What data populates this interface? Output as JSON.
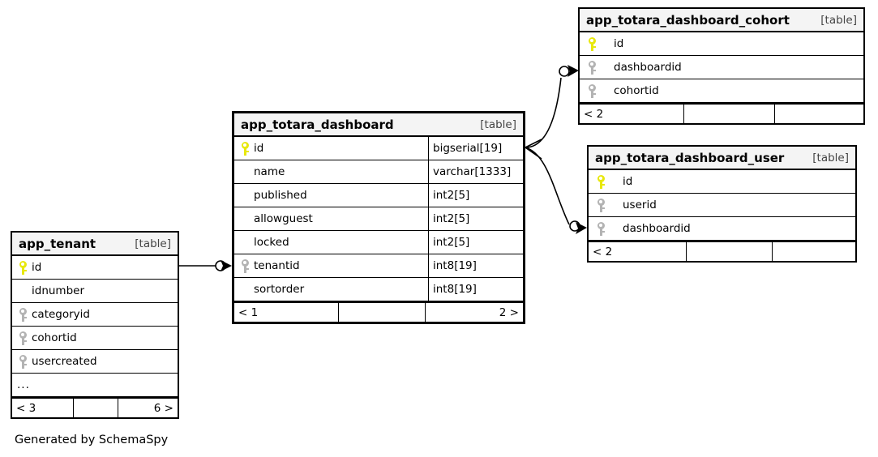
{
  "diagram": {
    "caption": "Generated by SchemaSpy",
    "kind_label": "[table]",
    "colors": {
      "primary_key": "#e8e80d",
      "foreign_key": "#b3b3b3",
      "header_bg": "#f4f4f4",
      "border": "#000000",
      "background": "#ffffff"
    }
  },
  "tables": [
    {
      "id": "app_totara_dashboard",
      "name": "app_totara_dashboard",
      "kind": "[table]",
      "focus": true,
      "has_type_column": true,
      "columns": [
        {
          "key": "pk",
          "name": "id",
          "type": "bigserial[19]"
        },
        {
          "key": "",
          "name": "name",
          "type": "varchar[1333]"
        },
        {
          "key": "",
          "name": "published",
          "type": "int2[5]"
        },
        {
          "key": "",
          "name": "allowguest",
          "type": "int2[5]"
        },
        {
          "key": "",
          "name": "locked",
          "type": "int2[5]"
        },
        {
          "key": "fk",
          "name": "tenantid",
          "type": "int8[19]"
        },
        {
          "key": "",
          "name": "sortorder",
          "type": "int8[19]"
        }
      ],
      "ellipsis": false,
      "footer": {
        "left": "< 1",
        "middle": "",
        "right": "2 >"
      }
    },
    {
      "id": "app_totara_dashboard_cohort",
      "name": "app_totara_dashboard_cohort",
      "kind": "[table]",
      "focus": false,
      "has_type_column": false,
      "columns": [
        {
          "key": "pk",
          "name": "id",
          "type": ""
        },
        {
          "key": "fk",
          "name": "dashboardid",
          "type": ""
        },
        {
          "key": "fk",
          "name": "cohortid",
          "type": ""
        }
      ],
      "ellipsis": false,
      "footer": {
        "left": "< 2",
        "middle": "",
        "right": ""
      }
    },
    {
      "id": "app_totara_dashboard_user",
      "name": "app_totara_dashboard_user",
      "kind": "[table]",
      "focus": false,
      "has_type_column": false,
      "columns": [
        {
          "key": "pk",
          "name": "id",
          "type": ""
        },
        {
          "key": "fk",
          "name": "userid",
          "type": ""
        },
        {
          "key": "fk",
          "name": "dashboardid",
          "type": ""
        }
      ],
      "ellipsis": false,
      "footer": {
        "left": "< 2",
        "middle": "",
        "right": ""
      }
    },
    {
      "id": "app_tenant",
      "name": "app_tenant",
      "kind": "[table]",
      "focus": false,
      "has_type_column": false,
      "columns": [
        {
          "key": "pk",
          "name": "id",
          "type": ""
        },
        {
          "key": "",
          "name": "idnumber",
          "type": ""
        },
        {
          "key": "fk",
          "name": "categoryid",
          "type": ""
        },
        {
          "key": "fk",
          "name": "cohortid",
          "type": ""
        },
        {
          "key": "fk",
          "name": "usercreated",
          "type": ""
        }
      ],
      "ellipsis": true,
      "ellipsis_text": "...",
      "footer": {
        "left": "< 3",
        "middle": "",
        "right": "6 >"
      }
    }
  ],
  "relationships": [
    {
      "from": "app_totara_dashboard.id",
      "to": "app_totara_dashboard_cohort.dashboardid"
    },
    {
      "from": "app_totara_dashboard.id",
      "to": "app_totara_dashboard_user.dashboardid"
    },
    {
      "from": "app_tenant.id",
      "to": "app_totara_dashboard.tenantid"
    }
  ]
}
